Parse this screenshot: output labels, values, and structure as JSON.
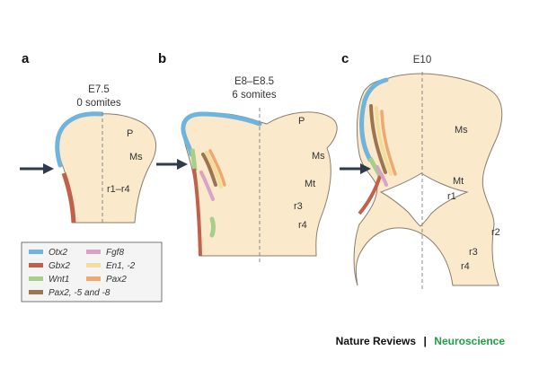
{
  "panels": [
    {
      "letter": "a",
      "stage": "E7.5",
      "somites": "0 somites",
      "labels": {
        "p": "P",
        "ms": "Ms",
        "r1r4": "r1–r4"
      }
    },
    {
      "letter": "b",
      "stage": "E8–E8.5",
      "somites": "6 somites",
      "labels": {
        "p": "P",
        "ms": "Ms",
        "mt": "Mt",
        "r3": "r3",
        "r4": "r4"
      }
    },
    {
      "letter": "c",
      "stage": "E10",
      "labels": {
        "ms": "Ms",
        "mt": "Mt",
        "r1": "r1",
        "r2": "r2",
        "r3": "r3",
        "r4": "r4"
      }
    }
  ],
  "legend": [
    {
      "label": "Otx2",
      "color": "#6fb4dd"
    },
    {
      "label": "Fgf8",
      "color": "#d9a3c6"
    },
    {
      "label": "Gbx2",
      "color": "#c0614a"
    },
    {
      "label": "En1, -2",
      "color": "#f4dd9a"
    },
    {
      "label": "Wnt1",
      "color": "#a6cf88"
    },
    {
      "label": "Pax2",
      "color": "#eeaa6e"
    },
    {
      "label": "Pax2, -5 and -8",
      "color": "#9c7452"
    }
  ],
  "colors": {
    "tissue": "#fbe9cc",
    "outline": "#8a7d6c",
    "arrow": "#2f3a4a",
    "legend_bg": "#f4f4f4",
    "brand_green": "#1fa044"
  },
  "credit": {
    "journal": "Nature Reviews",
    "separator": "|",
    "field": "Neuroscience"
  }
}
